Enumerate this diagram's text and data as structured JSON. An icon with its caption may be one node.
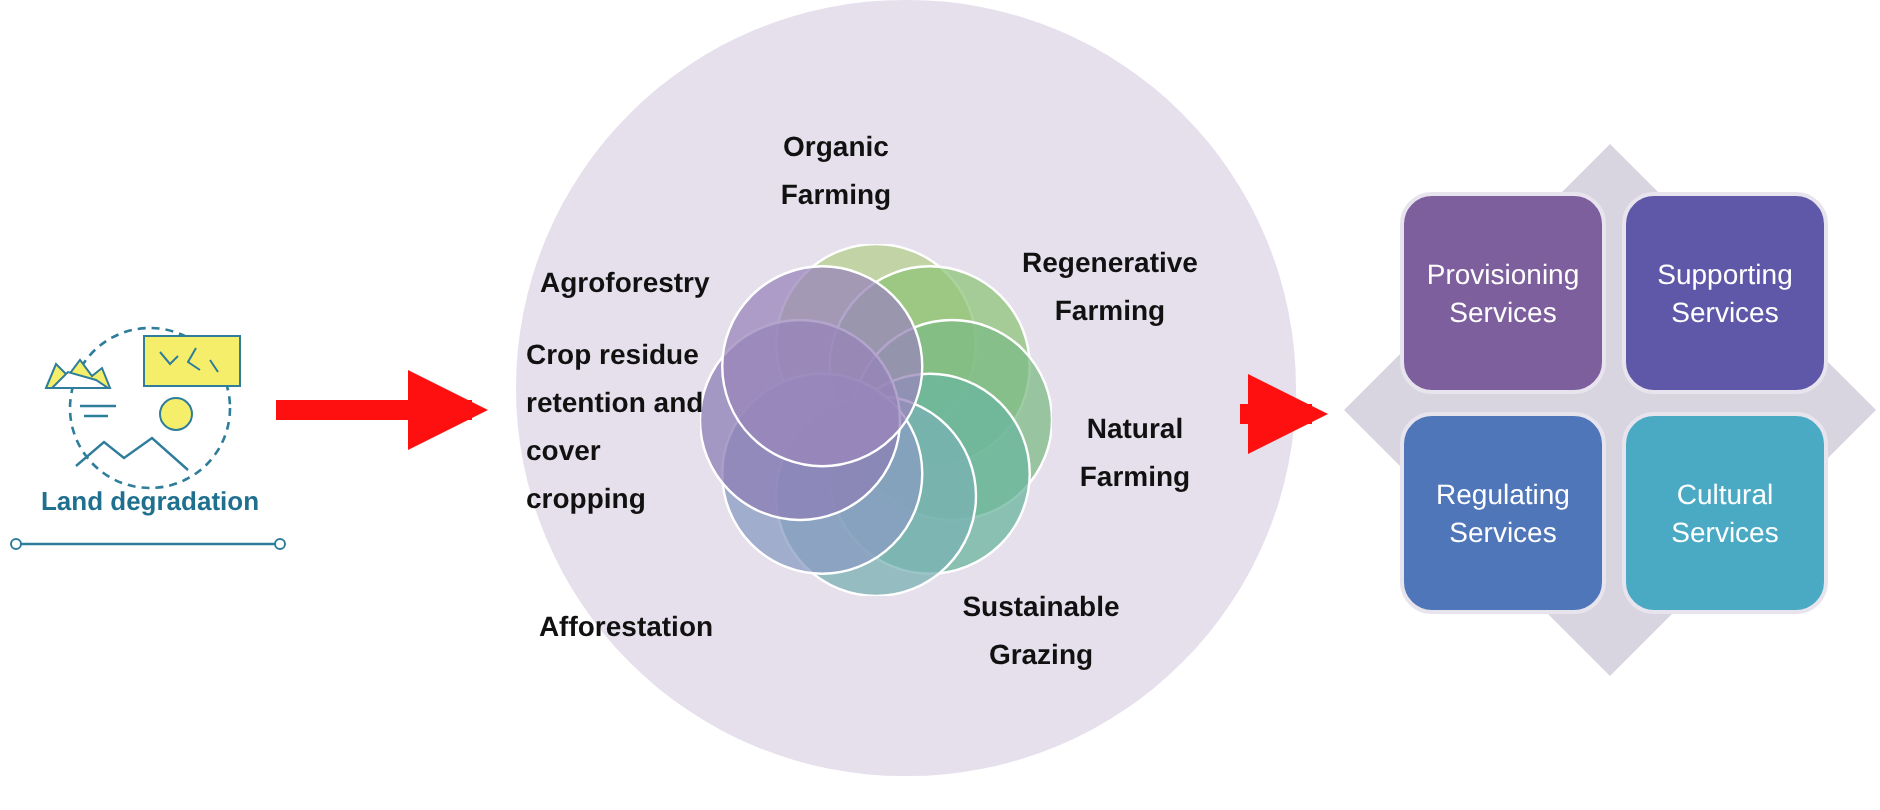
{
  "diagram": {
    "nodes": [
      {
        "text": [
          "Land degradation"
        ]
      },
      {
        "text": [],
        "shape": "circle"
      },
      {
        "text": [],
        "shape": "diamond"
      },
      {
        "text": [
          "Provisioning Services"
        ],
        "in": 2
      },
      {
        "text": [
          "Supporting Services"
        ],
        "in": 2
      },
      {
        "text": [
          "Regulating Services"
        ],
        "in": 2
      },
      {
        "text": [
          "Cultural Services"
        ],
        "in": 2
      }
    ],
    "edges": [
      {
        "from": 0,
        "to": 1,
        "arrow": "to"
      },
      {
        "from": 1,
        "to": 2,
        "arrow": "to"
      }
    ],
    "labels": [
      "Organic Farming",
      "Agroforestry",
      "Regenerative Farming",
      "Crop residue retention and cover cropping",
      "Natural Farming",
      "Afforestation",
      "Sustainable Grazing"
    ]
  }
}
